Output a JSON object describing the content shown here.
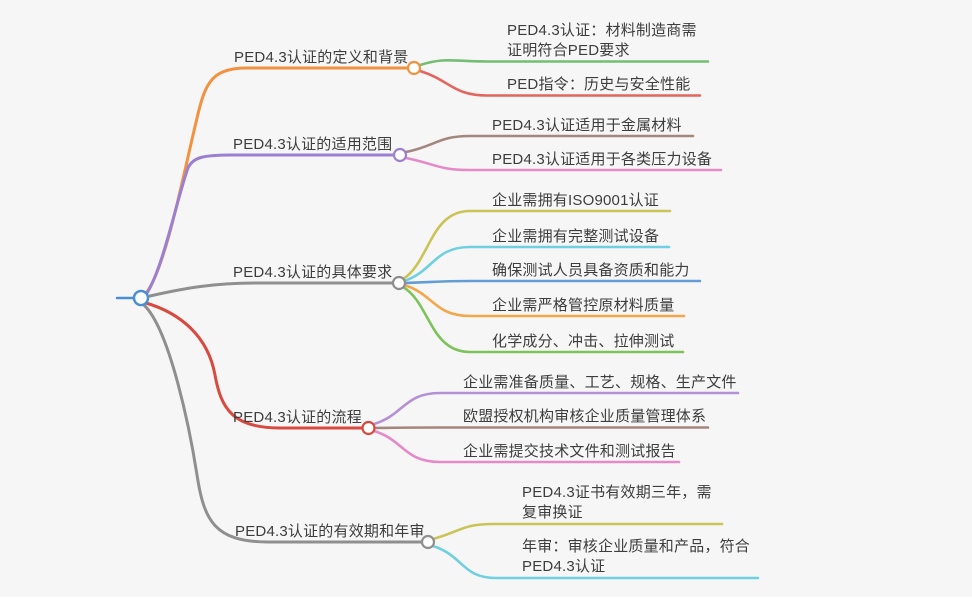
{
  "root": {
    "color": "#4a8fd3"
  },
  "branches": [
    {
      "label": "PED4.3认证的定义和背景",
      "color": "#f0923f",
      "children": [
        {
          "text": "PED4.3认证：材料制造商需\n证明符合PED要求",
          "color": "#74bd74"
        },
        {
          "text": "PED指令：历史与安全性能",
          "color": "#e2655e"
        }
      ]
    },
    {
      "label": "PED4.3认证的适用范围",
      "color": "#9b7fd1",
      "children": [
        {
          "text": "PED4.3认证适用于金属材料",
          "color": "#a5867e"
        },
        {
          "text": "PED4.3认证适用于各类压力设备",
          "color": "#e689c9"
        }
      ]
    },
    {
      "label": "PED4.3认证的具体要求",
      "color": "#8f8f8f",
      "children": [
        {
          "text": "企业需拥有ISO9001认证",
          "color": "#c9c455"
        },
        {
          "text": "企业需拥有完整测试设备",
          "color": "#6fd0e0"
        },
        {
          "text": "确保测试人员具备资质和能力",
          "color": "#649dd4"
        },
        {
          "text": "企业需严格管控原材料质量",
          "color": "#f2a74a"
        },
        {
          "text": "化学成分、冲击、拉伸测试",
          "color": "#7ec35a"
        }
      ]
    },
    {
      "label": "PED4.3认证的流程",
      "color": "#d8493f",
      "children": [
        {
          "text": "企业需准备质量、工艺、规格、生产文件",
          "color": "#b491d6"
        },
        {
          "text": "欧盟授权机构审核企业质量管理体系",
          "color": "#a5867e"
        },
        {
          "text": "企业需提交技术文件和测试报告",
          "color": "#e689c9"
        }
      ]
    },
    {
      "label": "PED4.3认证的有效期和年审",
      "color": "#8f8f8f",
      "children": [
        {
          "text": "PED4.3证书有效期三年，需\n复审换证",
          "color": "#c9c455"
        },
        {
          "text": "年审：审核企业质量和产品，符合\nPED4.3认证",
          "color": "#6fd0e0"
        }
      ]
    }
  ]
}
